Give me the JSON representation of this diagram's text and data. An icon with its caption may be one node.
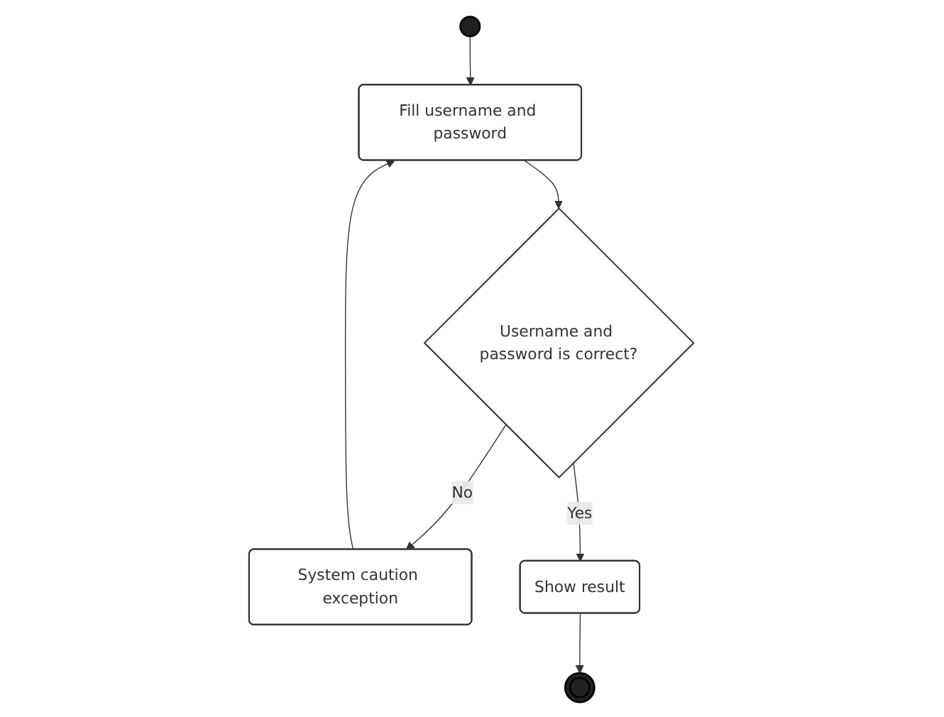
{
  "diagram": {
    "nodes": [
      {
        "text": [],
        "shape": "circle"
      },
      {
        "text": [
          "Fill username and password"
        ]
      },
      {
        "text": [
          "Username and password is correct?"
        ]
      },
      {
        "text": [
          "System caution exception"
        ]
      },
      {
        "text": [
          "Show result"
        ]
      },
      {
        "text": [],
        "shape": "circle"
      }
    ],
    "edges": [
      {
        "from": 0,
        "to": 1,
        "arrow": "to"
      },
      {
        "from": 1,
        "to": 2,
        "arrow": "to"
      },
      {
        "from": 2,
        "to": 3,
        "arrow": "to",
        "label": "No"
      },
      {
        "from": 3,
        "to": 1,
        "arrow": "to"
      },
      {
        "from": 2,
        "to": 4,
        "arrow": "to",
        "label": "Yes"
      },
      {
        "from": 4,
        "to": 5,
        "arrow": "to"
      }
    ]
  }
}
